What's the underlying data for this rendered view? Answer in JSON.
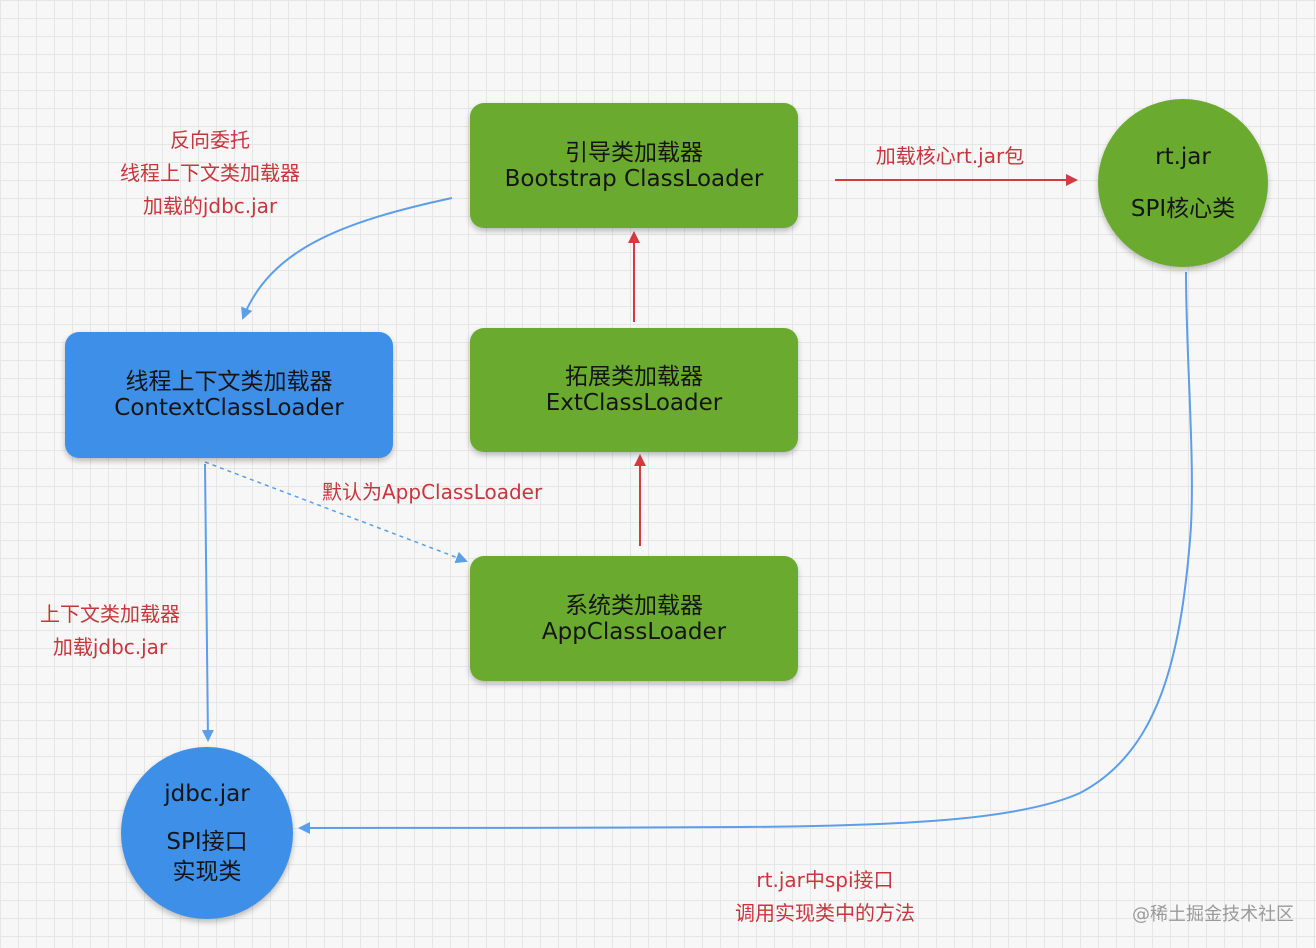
{
  "nodes": {
    "bootstrap": {
      "line1": "引导类加载器",
      "line2": "Bootstrap ClassLoader"
    },
    "ext": {
      "line1": "拓展类加载器",
      "line2": "ExtClassLoader"
    },
    "app": {
      "line1": "系统类加载器",
      "line2": "AppClassLoader"
    },
    "context": {
      "line1": "线程上下文类加载器",
      "line2": "ContextClassLoader"
    },
    "rt_jar": {
      "title": "rt.jar",
      "subtitle": "SPI核心类"
    },
    "jdbc_jar": {
      "title": "jdbc.jar",
      "subtitle_line1": "SPI接口",
      "subtitle_line2": "实现类"
    }
  },
  "labels": {
    "reverse_delegation": {
      "line1": "反向委托",
      "line2": "线程上下文类加载器",
      "line3": "加载的jdbc.jar"
    },
    "load_core": "加载核心rt.jar包",
    "default_app": "默认为AppClassLoader",
    "context_load": {
      "line1": "上下文类加载器",
      "line2": "加载jdbc.jar"
    },
    "rt_spi_call": {
      "line1": "rt.jar中spi接口",
      "line2": "调用实现类中的方法"
    }
  },
  "watermark": "@稀土掘金技术社区",
  "colors": {
    "green": "#6aaa2e",
    "blue": "#3d8fe8",
    "red_text": "#c8363d",
    "red_arrow": "#d23c41",
    "blue_arrow": "#5b9ee9"
  }
}
